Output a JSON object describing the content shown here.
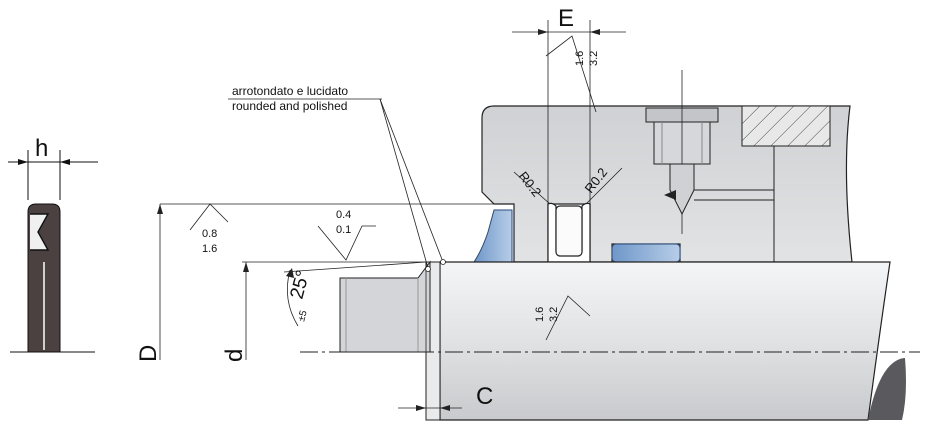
{
  "labels": {
    "h": "h",
    "E": "E",
    "D": "D",
    "d": "d",
    "C": "C"
  },
  "note": {
    "line1": "arrotondato e lucidato",
    "line2": "rounded and polished"
  },
  "radii": {
    "left": "R0.2",
    "right": "R0.2"
  },
  "angle": {
    "value": "25°",
    "tolerance": "±5"
  },
  "roughness": {
    "groove_side": {
      "top": "1.6",
      "bottom": "3.2"
    },
    "housing_bore": {
      "top": "0.8",
      "bottom": "1.6"
    },
    "rod_chamfer": {
      "top": "0.4",
      "bottom": "0.1"
    },
    "rod_surface": {
      "top": "1.6",
      "bottom": "3.2"
    }
  },
  "colors": {
    "housing": "#d9dadc",
    "rod": "#e4e5e7",
    "seal": "#8fb1d8",
    "seal_section": "#4a4140"
  }
}
